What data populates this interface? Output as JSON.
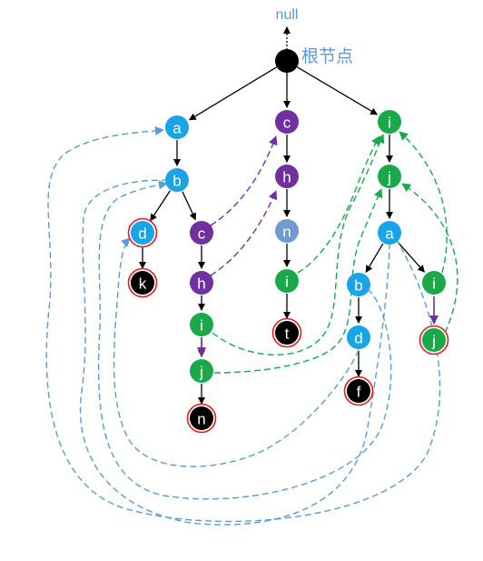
{
  "diagram": {
    "null_label": "null",
    "root_label": "根节点",
    "colors": {
      "blue": "#1aa4e8",
      "purple": "#7030a0",
      "green": "#1aa84b",
      "steel": "#6f9bd1",
      "black": "#000000",
      "end_ring": "#e02020",
      "edge": "#000000",
      "blue_link": "#5b9bd5",
      "green_link": "#1aa84b",
      "purple_link": "#7030a0"
    },
    "nodes": {
      "a1": {
        "label": "a",
        "color": "blue",
        "end": false
      },
      "b1": {
        "label": "b",
        "color": "blue",
        "end": false
      },
      "d1": {
        "label": "d",
        "color": "blue",
        "end": true
      },
      "k1": {
        "label": "k",
        "color": "black",
        "end": true
      },
      "c2": {
        "label": "c",
        "color": "purple",
        "end": false
      },
      "h2": {
        "label": "h",
        "color": "purple",
        "end": false
      },
      "i2": {
        "label": "i",
        "color": "green",
        "end": false
      },
      "j2": {
        "label": "j",
        "color": "green",
        "end": false
      },
      "n2": {
        "label": "n",
        "color": "black",
        "end": true
      },
      "c3": {
        "label": "c",
        "color": "purple",
        "end": false
      },
      "h3": {
        "label": "h",
        "color": "purple",
        "end": false
      },
      "n3": {
        "label": "n",
        "color": "steel",
        "end": false
      },
      "i3": {
        "label": "i",
        "color": "green",
        "end": false
      },
      "t3": {
        "label": "t",
        "color": "black",
        "end": true
      },
      "i4": {
        "label": "i",
        "color": "green",
        "end": false
      },
      "j4": {
        "label": "j",
        "color": "green",
        "end": false
      },
      "a4": {
        "label": "a",
        "color": "blue",
        "end": false
      },
      "b4": {
        "label": "b",
        "color": "blue",
        "end": false
      },
      "d4": {
        "label": "d",
        "color": "blue",
        "end": false
      },
      "f4": {
        "label": "f",
        "color": "black",
        "end": true
      },
      "i5": {
        "label": "i",
        "color": "green",
        "end": false
      },
      "j5": {
        "label": "j",
        "color": "green",
        "end": true
      }
    }
  }
}
